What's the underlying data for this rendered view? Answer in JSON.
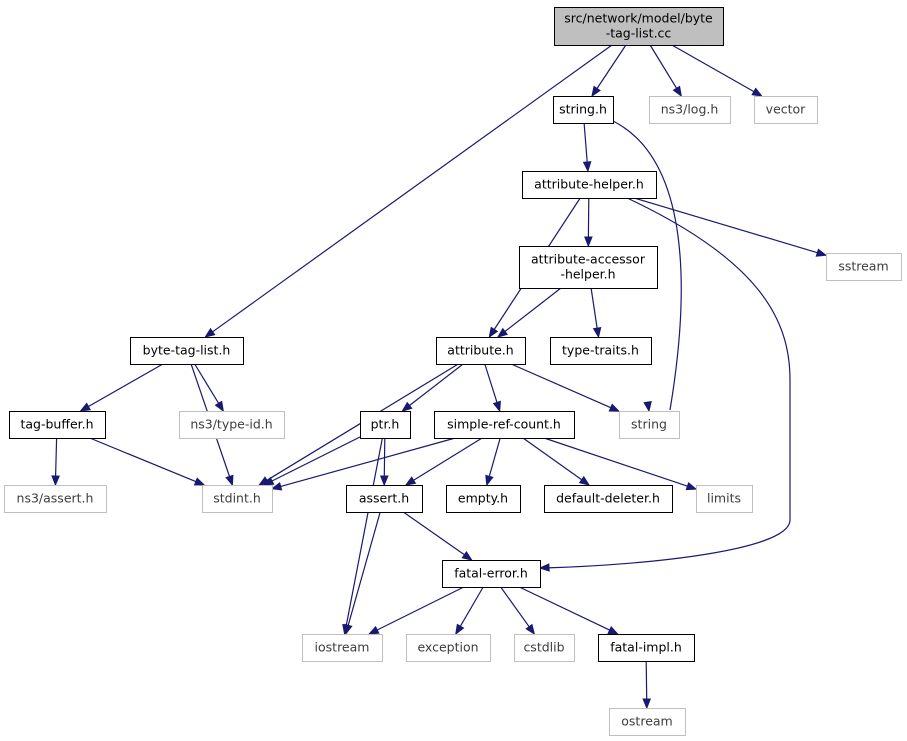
{
  "colors": {
    "edge": "#191970",
    "main_node_fill": "#bfbfbf",
    "file_node_border": "#000000",
    "system_node_border": "#bfbfbf",
    "system_node_text": "#3d3d3d"
  },
  "nodes": [
    {
      "id": "main",
      "kind": "main",
      "lines": [
        "src/network/model/byte",
        "-tag-list.cc"
      ]
    },
    {
      "id": "string_h",
      "kind": "file",
      "lines": [
        "string.h"
      ]
    },
    {
      "id": "ns3_log_h",
      "kind": "system",
      "lines": [
        "ns3/log.h"
      ]
    },
    {
      "id": "vector",
      "kind": "system",
      "lines": [
        "vector"
      ]
    },
    {
      "id": "attribute_helper_h",
      "kind": "file",
      "lines": [
        "attribute-helper.h"
      ]
    },
    {
      "id": "sstream",
      "kind": "system",
      "lines": [
        "sstream"
      ]
    },
    {
      "id": "attribute_accessor_helper_h",
      "kind": "file",
      "lines": [
        "attribute-accessor",
        "-helper.h"
      ]
    },
    {
      "id": "byte_tag_list_h",
      "kind": "file",
      "lines": [
        "byte-tag-list.h"
      ]
    },
    {
      "id": "attribute_h",
      "kind": "file",
      "lines": [
        "attribute.h"
      ]
    },
    {
      "id": "type_traits_h",
      "kind": "file",
      "lines": [
        "type-traits.h"
      ]
    },
    {
      "id": "tag_buffer_h",
      "kind": "file",
      "lines": [
        "tag-buffer.h"
      ]
    },
    {
      "id": "ns3_type_id_h",
      "kind": "system",
      "lines": [
        "ns3/type-id.h"
      ]
    },
    {
      "id": "ptr_h",
      "kind": "file",
      "lines": [
        "ptr.h"
      ]
    },
    {
      "id": "simple_ref_count_h",
      "kind": "file",
      "lines": [
        "simple-ref-count.h"
      ]
    },
    {
      "id": "string",
      "kind": "system",
      "lines": [
        "string"
      ]
    },
    {
      "id": "ns3_assert_h",
      "kind": "system",
      "lines": [
        "ns3/assert.h"
      ]
    },
    {
      "id": "stdint_h",
      "kind": "system",
      "lines": [
        "stdint.h"
      ]
    },
    {
      "id": "assert_h",
      "kind": "file",
      "lines": [
        "assert.h"
      ]
    },
    {
      "id": "empty_h",
      "kind": "file",
      "lines": [
        "empty.h"
      ]
    },
    {
      "id": "default_deleter_h",
      "kind": "file",
      "lines": [
        "default-deleter.h"
      ]
    },
    {
      "id": "limits",
      "kind": "system",
      "lines": [
        "limits"
      ]
    },
    {
      "id": "fatal_error_h",
      "kind": "file",
      "lines": [
        "fatal-error.h"
      ]
    },
    {
      "id": "iostream",
      "kind": "system",
      "lines": [
        "iostream"
      ]
    },
    {
      "id": "exception",
      "kind": "system",
      "lines": [
        "exception"
      ]
    },
    {
      "id": "cstdlib",
      "kind": "system",
      "lines": [
        "cstdlib"
      ]
    },
    {
      "id": "fatal_impl_h",
      "kind": "file",
      "lines": [
        "fatal-impl.h"
      ]
    },
    {
      "id": "ostream",
      "kind": "system",
      "lines": [
        "ostream"
      ]
    }
  ],
  "edges": [
    {
      "from": "main",
      "to": "string_h"
    },
    {
      "from": "main",
      "to": "ns3_log_h"
    },
    {
      "from": "main",
      "to": "vector"
    },
    {
      "from": "main",
      "to": "byte_tag_list_h"
    },
    {
      "from": "string_h",
      "to": "attribute_helper_h"
    },
    {
      "from": "string_h",
      "to": "string"
    },
    {
      "from": "attribute_helper_h",
      "to": "attribute_accessor_helper_h"
    },
    {
      "from": "attribute_helper_h",
      "to": "sstream"
    },
    {
      "from": "attribute_helper_h",
      "to": "attribute_h"
    },
    {
      "from": "attribute_helper_h",
      "to": "fatal_error_h"
    },
    {
      "from": "attribute_accessor_helper_h",
      "to": "attribute_h"
    },
    {
      "from": "attribute_accessor_helper_h",
      "to": "type_traits_h"
    },
    {
      "from": "byte_tag_list_h",
      "to": "tag_buffer_h"
    },
    {
      "from": "byte_tag_list_h",
      "to": "ns3_type_id_h"
    },
    {
      "from": "byte_tag_list_h",
      "to": "stdint_h"
    },
    {
      "from": "attribute_h",
      "to": "ptr_h"
    },
    {
      "from": "attribute_h",
      "to": "simple_ref_count_h"
    },
    {
      "from": "attribute_h",
      "to": "string"
    },
    {
      "from": "attribute_h",
      "to": "stdint_h"
    },
    {
      "from": "tag_buffer_h",
      "to": "ns3_assert_h"
    },
    {
      "from": "tag_buffer_h",
      "to": "stdint_h"
    },
    {
      "from": "ptr_h",
      "to": "stdint_h"
    },
    {
      "from": "ptr_h",
      "to": "assert_h"
    },
    {
      "from": "ptr_h",
      "to": "iostream"
    },
    {
      "from": "simple_ref_count_h",
      "to": "stdint_h"
    },
    {
      "from": "simple_ref_count_h",
      "to": "assert_h"
    },
    {
      "from": "simple_ref_count_h",
      "to": "empty_h"
    },
    {
      "from": "simple_ref_count_h",
      "to": "default_deleter_h"
    },
    {
      "from": "simple_ref_count_h",
      "to": "limits"
    },
    {
      "from": "assert_h",
      "to": "fatal_error_h"
    },
    {
      "from": "assert_h",
      "to": "iostream"
    },
    {
      "from": "fatal_error_h",
      "to": "iostream"
    },
    {
      "from": "fatal_error_h",
      "to": "exception"
    },
    {
      "from": "fatal_error_h",
      "to": "cstdlib"
    },
    {
      "from": "fatal_error_h",
      "to": "fatal_impl_h"
    },
    {
      "from": "fatal_impl_h",
      "to": "ostream"
    }
  ]
}
